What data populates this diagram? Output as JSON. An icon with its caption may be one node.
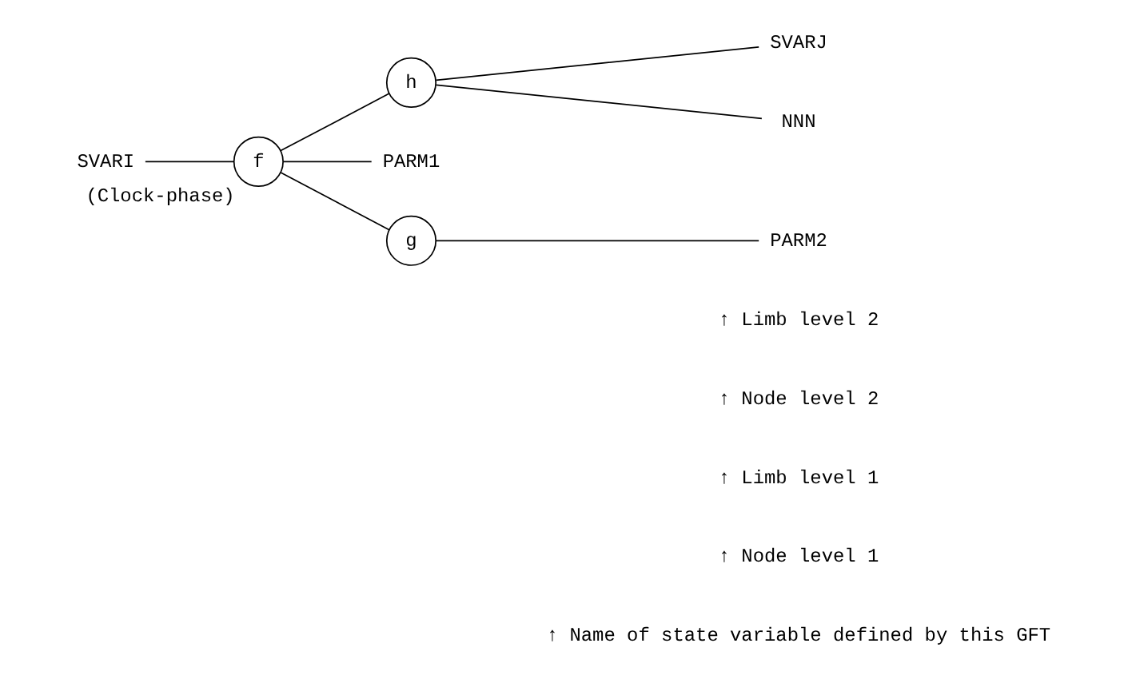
{
  "diagram": {
    "nodes": [
      {
        "text": [
          "SVARI"
        ]
      },
      {
        "text": [
          "f"
        ],
        "beside": [
          "(Clock-phase)"
        ]
      },
      {
        "text": [
          "h"
        ]
      },
      {
        "text": [
          "SVARJ"
        ]
      },
      {
        "text": [
          "NNN"
        ]
      },
      {
        "text": [
          "PARM1"
        ]
      },
      {
        "text": [
          "g"
        ]
      },
      {
        "text": [
          "PARM2"
        ]
      }
    ],
    "edges": [
      {
        "from": 0,
        "to": 1,
        "arrow": "none"
      },
      {
        "from": 1,
        "to": 2,
        "arrow": "none"
      },
      {
        "from": 2,
        "to": 3,
        "arrow": "none"
      },
      {
        "from": 2,
        "to": 4,
        "arrow": "none"
      },
      {
        "from": 1,
        "to": 5,
        "arrow": "none"
      },
      {
        "from": 1,
        "to": 6,
        "arrow": "none"
      },
      {
        "from": 6,
        "to": 7,
        "arrow": "none"
      }
    ],
    "labels": [
      "↑ Limb level 2",
      "↑ Node level 2",
      "↑ Limb level 1",
      "↑ Node level 1",
      "↑ Name of state variable defined by this GFT"
    ]
  }
}
